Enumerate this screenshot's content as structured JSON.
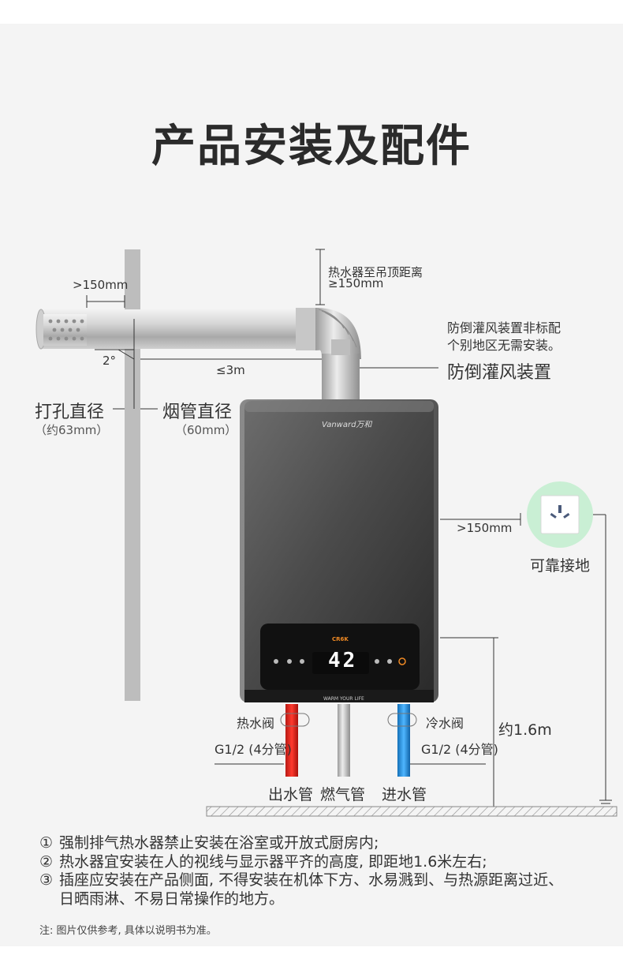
{
  "title": "产品安装及配件",
  "dimensions": {
    "wall_gap": ">150mm",
    "ceiling_label": "热水器至吊顶距离",
    "ceiling_value": "≥150mm",
    "tilt": "2°",
    "pipe_length": "≤3m",
    "side_gap": ">150mm",
    "height": "约1.6m"
  },
  "labels": {
    "hole_diameter": "打孔直径",
    "hole_diameter_value": "（约63mm）",
    "flue_diameter": "烟管直径",
    "flue_diameter_value": "（60mm）",
    "anti_backdraft_note_line1": "防倒灌风装置非标配",
    "anti_backdraft_note_line2": "个别地区无需安装。",
    "anti_backdraft": "防倒灌风装置",
    "socket": "可靠接地",
    "hot_valve": "热水阀",
    "cold_valve": "冷水阀",
    "thread_left": "G1/2 (4分管)",
    "thread_right": "G1/2 (4分管)",
    "outlet_pipe": "出水管",
    "gas_pipe": "燃气管",
    "inlet_pipe": "进水管"
  },
  "heater": {
    "brand": "Vanward万和",
    "display_value": "42",
    "slogan": "WARM YOUR LIFE",
    "mode_label": "CR6K"
  },
  "notes": [
    {
      "num": "①",
      "text": "强制排气热水器禁止安装在浴室或开放式厨房内;"
    },
    {
      "num": "②",
      "text": "热水器宜安装在人的视线与显示器平齐的高度, 即距地1.6米左右;"
    },
    {
      "num": "③",
      "text": "插座应安装在产品侧面, 不得安装在机体下方、水易溅到、与热源距离过近、"
    },
    {
      "num": "",
      "text": "日晒雨淋、不易日常操作的地方。"
    }
  ],
  "disclaimer": "注: 图片仅供参考, 具体以说明书为准。",
  "colors": {
    "hot_pipe": "#d8261e",
    "cold_pipe": "#1e8fe0",
    "socket_circle": "#c9efd4",
    "heater_dark": "#3a3a3a",
    "digits": "#ffffff",
    "accent_orange": "#f08a24"
  },
  "icons": {
    "socket": "power-outlet-icon",
    "ground": "ground-symbol-icon"
  }
}
